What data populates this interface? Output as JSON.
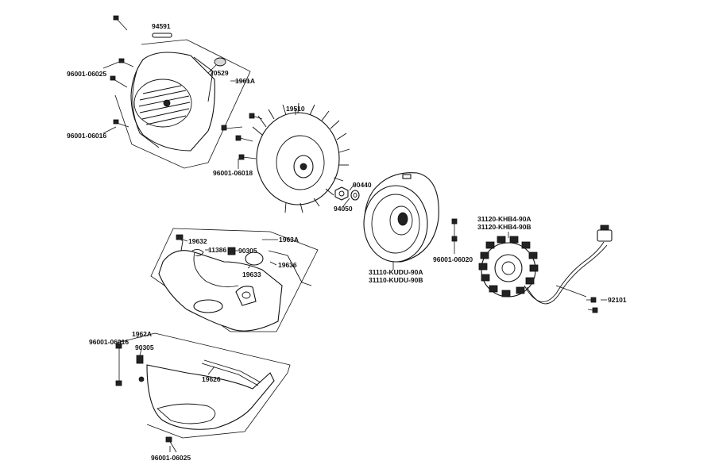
{
  "labels": {
    "p94591": "94591",
    "p70529": "70529",
    "p1961A": "1961A",
    "p96001_06025_top": "96001-06025",
    "p96001_06016_top": "96001-06016",
    "p19510": "19510",
    "p96001_06018": "96001-06018",
    "p90440": "90440",
    "p94050": "94050",
    "p31110_a": "31110-KUDU-90A",
    "p31110_b": "31110-KUDU-90B",
    "p31120_a": "31120-KHB4-90A",
    "p31120_b": "31120-KHB4-90B",
    "p96001_06020": "96001-06020",
    "p92101": "92101",
    "p19632": "19632",
    "p11386": "11386",
    "p90305_top": "90305",
    "p1963A": "1963A",
    "p19636": "19636",
    "p19633": "19633",
    "p96001_06016_bot": "96001-06016",
    "p1962A": "1962A",
    "p90305_bot": "90305",
    "p19626": "19626",
    "p96001_06025_bot": "96001-06025"
  }
}
